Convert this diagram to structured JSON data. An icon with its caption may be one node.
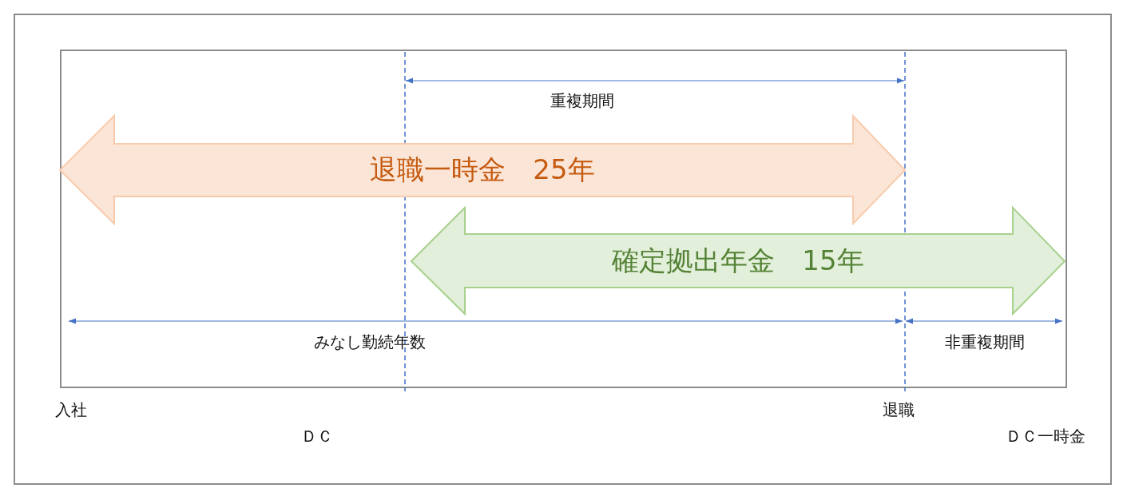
{
  "diagram": {
    "nodes": [
      {
        "text": [
          "退職一時金　25年"
        ]
      },
      {
        "text": [
          "確定拠出年金　15年"
        ]
      }
    ],
    "labels": [
      "重複期間",
      "みなし勤続年数",
      "非重複期間",
      "入社",
      "退職",
      "ＤＣ",
      "ＤＣ一時金"
    ]
  }
}
